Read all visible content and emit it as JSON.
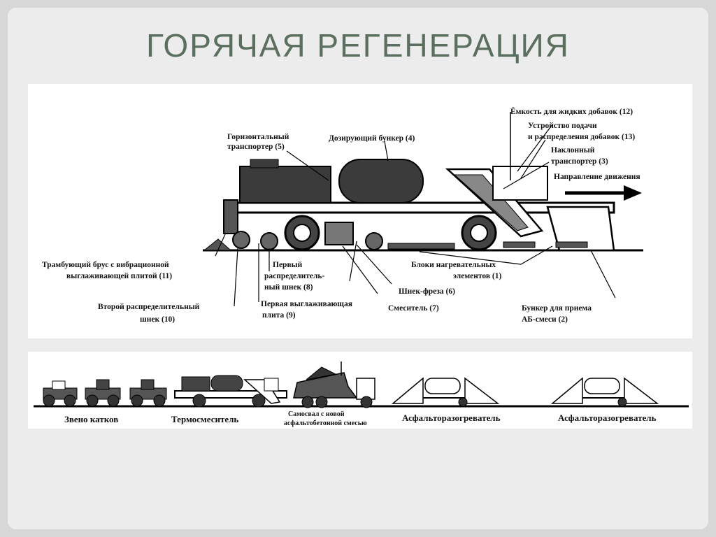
{
  "slide": {
    "title": "ГОРЯЧАЯ РЕГЕНЕРАЦИЯ"
  },
  "diagram1": {
    "labels": {
      "l5a": "Горизонтальный",
      "l5b": "транспортер (5)",
      "l4": "Дозирующий бункер (4)",
      "l12": "Ёмкость для жидких добавок (12)",
      "l13a": "Устройство подачи",
      "l13b": "и распределения добавок (13)",
      "l3a": "Наклонный",
      "l3b": "транспортер (3)",
      "dir": "Направление движения",
      "l11a": "Трамбующий брус с вибрационной",
      "l11b": "выглаживающей плитой (11)",
      "l8a": "Первый",
      "l8b": "распределитель-",
      "l8c": "ный шнек (8)",
      "l1a": "Блоки нагревательных",
      "l1b": "элементов (1)",
      "l6": "Шнек-фреза (6)",
      "l10a": "Второй распределительный",
      "l10b": "шнек (10)",
      "l9a": "Первая выглаживающая",
      "l9b": "плита (9)",
      "l7": "Смеситель (7)",
      "l2a": "Бункер для приема",
      "l2b": "АБ-смеси (2)"
    }
  },
  "diagram2": {
    "labels": {
      "rollers": "Звено катков",
      "thermo": "Термосмеситель",
      "dump_a": "Самосвал с новой",
      "dump_b": "асфальтобетонной смесью",
      "heater1": "Асфальторазогреватель",
      "heater2": "Асфальторазогреватель"
    }
  }
}
